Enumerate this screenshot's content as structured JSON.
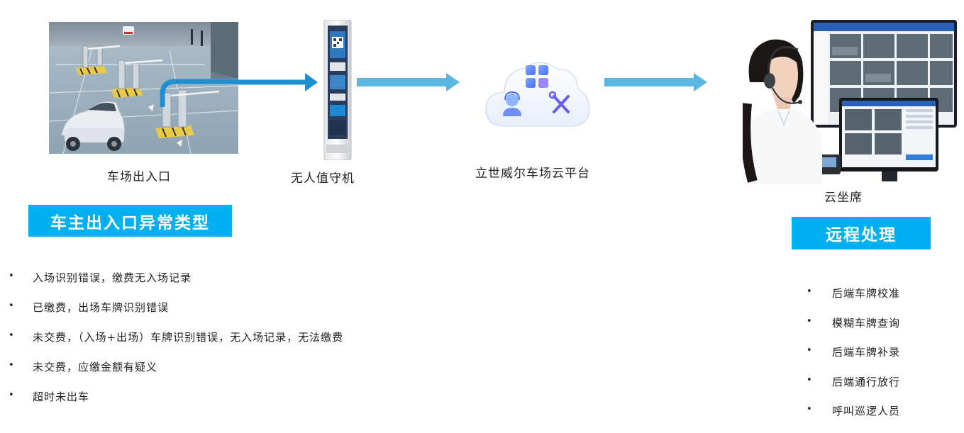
{
  "nodes": {
    "entrance": {
      "label": "车场出入口"
    },
    "kiosk": {
      "label": "无人值守机"
    },
    "cloud": {
      "label": "立世威尔车场云平台"
    },
    "seat": {
      "label": "云坐席"
    }
  },
  "left_panel": {
    "title": "车主出入口异常类型",
    "items": [
      "入场识别错误，缴费无入场记录",
      "已缴费，出场车牌识别错误",
      "未交费，（入场+出场）车牌识别错误，无入场记录，无法缴费",
      "未交费，应缴金额有疑义",
      "超时未出车"
    ]
  },
  "right_panel": {
    "title": "远程处理",
    "items": [
      "后端车牌校准",
      "模糊车牌查询",
      "后端车牌补录",
      "后端通行放行",
      "呼叫巡逻人员"
    ]
  },
  "colors": {
    "banner": "#00B0F0",
    "arrow_dark": "#1F8FCF",
    "arrow_light": "#5CB6E2"
  },
  "icons": [
    "parking-scene-image",
    "kiosk-image",
    "cloud-icon",
    "operator-image",
    "flow-arrow-icon"
  ]
}
